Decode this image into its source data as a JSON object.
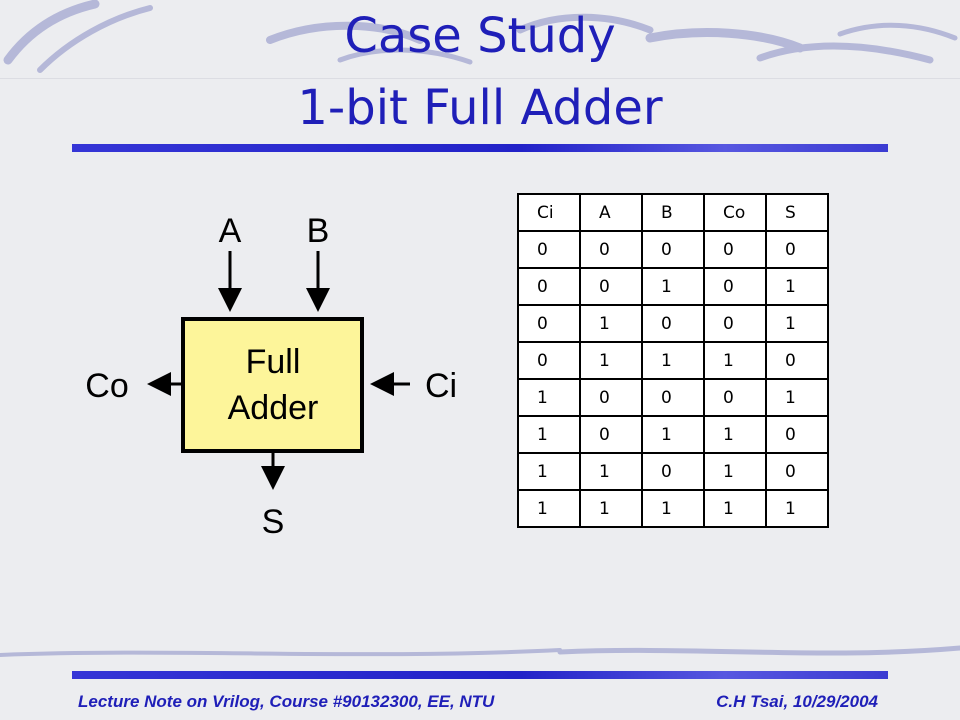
{
  "slide": {
    "title_line1": "Case Study",
    "title_line2": "1-bit Full Adder"
  },
  "diagram": {
    "block_label_line1": "Full",
    "block_label_line2": "Adder",
    "input_a": "A",
    "input_b": "B",
    "carry_out": "Co",
    "carry_in": "Ci",
    "sum_out": "S",
    "block_fill": "#fdf59a"
  },
  "truth_table": {
    "headers": [
      "Ci",
      "A",
      "B",
      "Co",
      "S"
    ],
    "rows": [
      [
        "0",
        "0",
        "0",
        "0",
        "0"
      ],
      [
        "0",
        "0",
        "1",
        "0",
        "1"
      ],
      [
        "0",
        "1",
        "0",
        "0",
        "1"
      ],
      [
        "0",
        "1",
        "1",
        "1",
        "0"
      ],
      [
        "1",
        "0",
        "0",
        "0",
        "1"
      ],
      [
        "1",
        "0",
        "1",
        "1",
        "0"
      ],
      [
        "1",
        "1",
        "0",
        "1",
        "0"
      ],
      [
        "1",
        "1",
        "1",
        "1",
        "1"
      ]
    ]
  },
  "footer": {
    "left": "Lecture Note on Vrilog, Course #90132300, EE, NTU",
    "right": "C.H Tsai, 10/29/2004"
  },
  "colors": {
    "title": "#1f1fb8",
    "rule": "#2a2acc"
  }
}
